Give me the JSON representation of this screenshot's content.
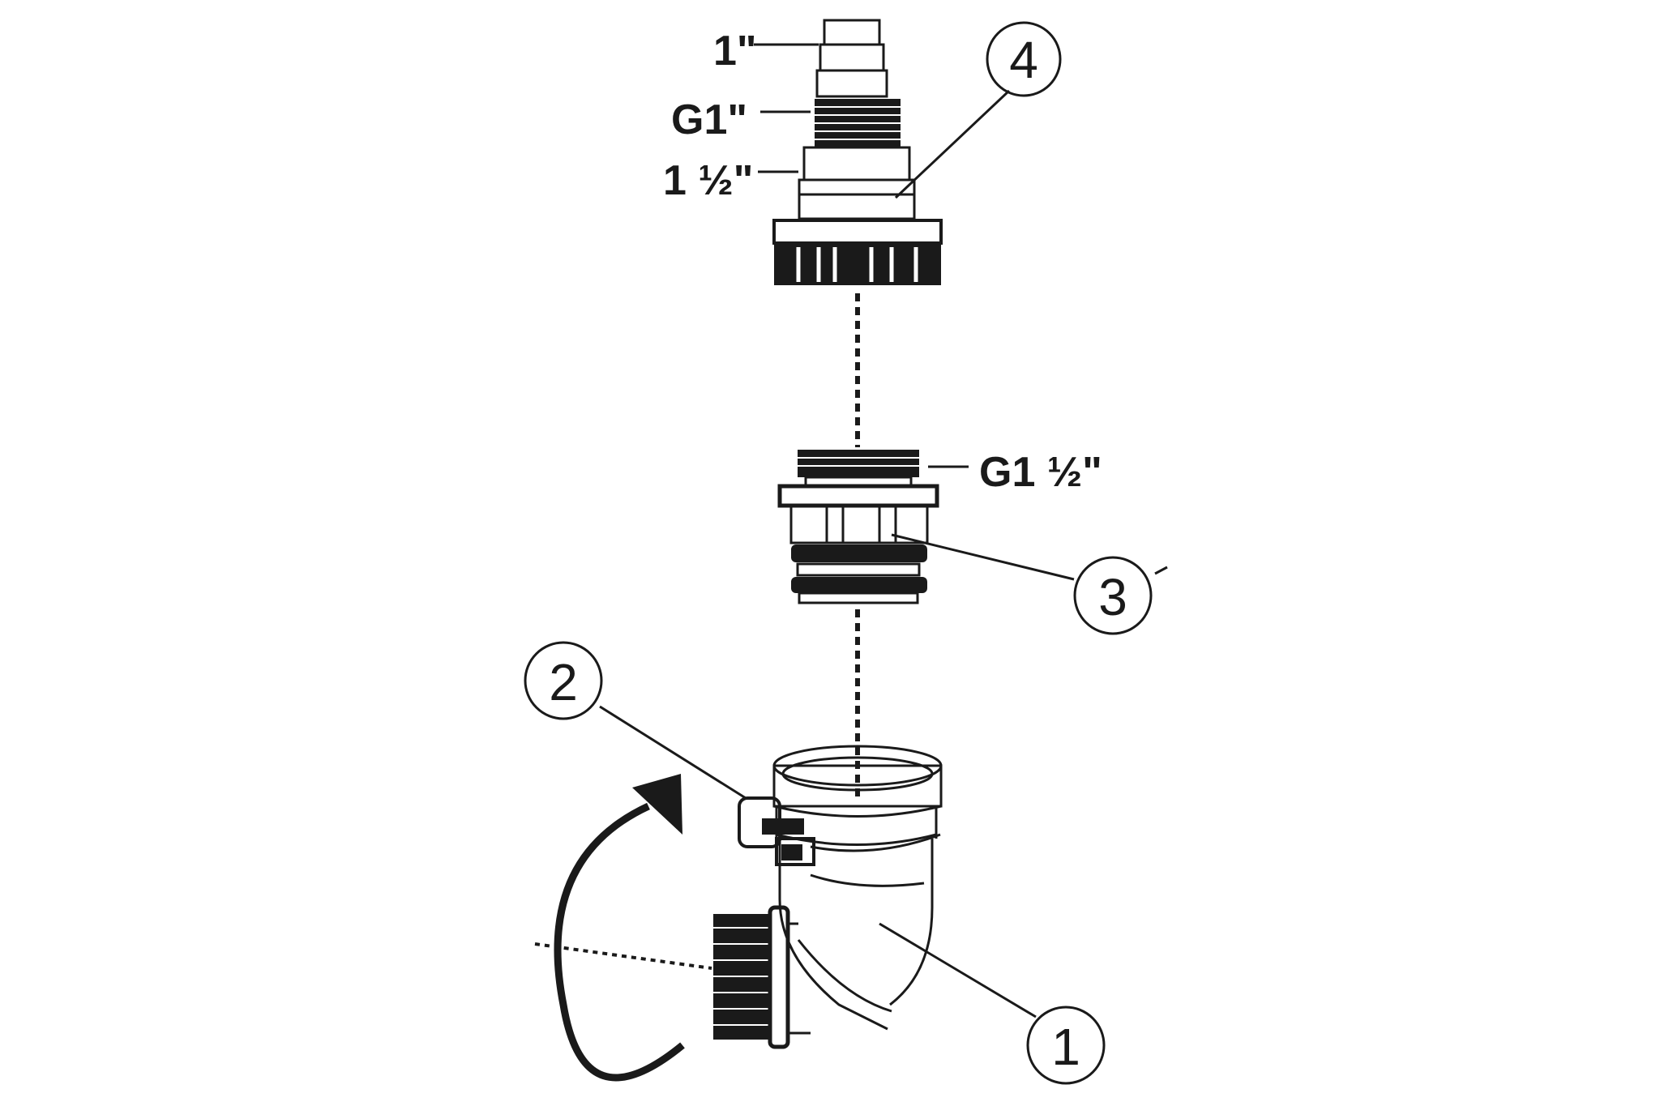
{
  "dimension_labels": {
    "hose_barb": "1\"",
    "thread_g1": "G1\"",
    "pipe_1_5": "1 ½\"",
    "thread_g1_5": "G1 ½\""
  },
  "callouts": {
    "elbow": "1",
    "clamp": "2",
    "adapter": "3",
    "hose_connector": "4"
  },
  "colors": {
    "ink": "#1a1a1a",
    "background": "#ffffff"
  },
  "icons": {
    "rotation": "rotate-arrow-icon"
  }
}
